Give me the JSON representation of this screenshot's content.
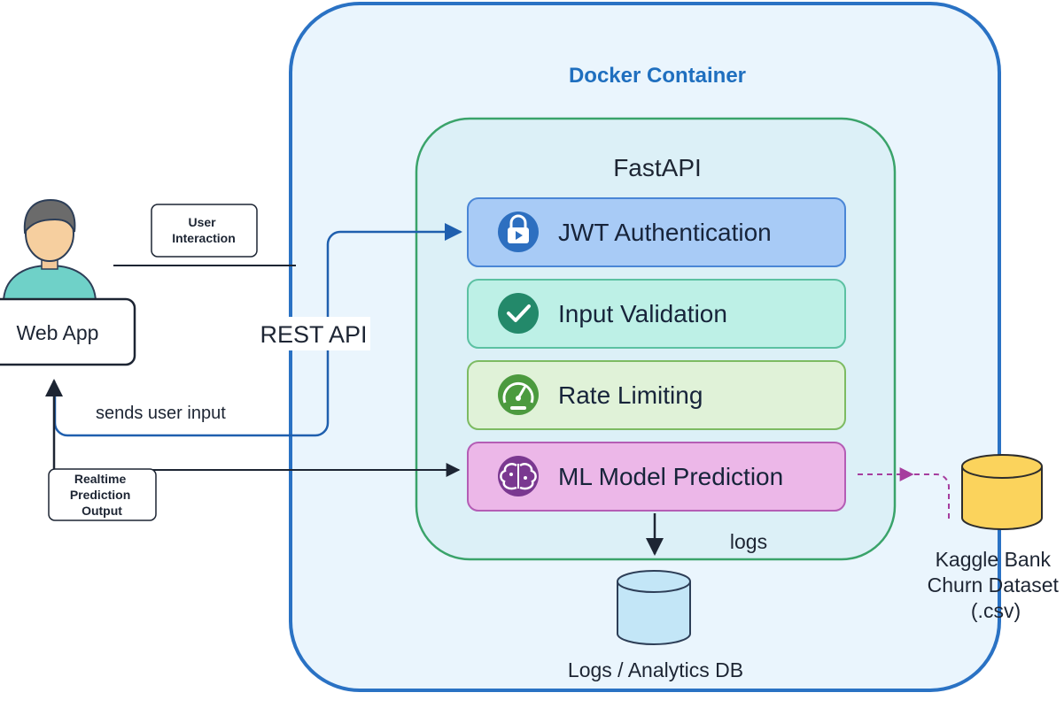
{
  "docker": {
    "title": "Docker Container",
    "title_color": "#1f6fbf",
    "border_color": "#2a72c4",
    "fill_color": "#eaf5fd"
  },
  "fastapi": {
    "title": "FastAPI",
    "border_color": "#3aa36a",
    "fill_color": "#dcf0f7",
    "modules": [
      {
        "label": "JWT Authentication",
        "icon": "lock-icon",
        "fill": "#a8cbf6",
        "border": "#4a86d6",
        "icon_color": "#2d6fc0"
      },
      {
        "label": "Input Validation",
        "icon": "check-circle-icon",
        "fill": "#bdf0e6",
        "border": "#5cc1a2",
        "icon_color": "#23896a"
      },
      {
        "label": "Rate Limiting",
        "icon": "speedometer-icon",
        "fill": "#e0f2d8",
        "border": "#7dbb62",
        "icon_color": "#4c9a3f"
      },
      {
        "label": "ML Model Prediction",
        "icon": "brain-icon",
        "fill": "#ecb7e8",
        "border": "#b45db5",
        "icon_color": "#7a3890"
      }
    ]
  },
  "user": {
    "app_label": "Web App"
  },
  "labels": {
    "user_interaction": "User Interaction",
    "rest_api": "REST API",
    "sends_input": "sends user input",
    "realtime_output": "Realtime Prediction Output",
    "logs": "logs",
    "logs_db": "Logs / Analytics DB",
    "dataset": "Kaggle Bank Churn Dataset (.csv)"
  },
  "colors": {
    "arrow_blue": "#1f5fae",
    "arrow_dark": "#1d2533",
    "dashed_purple": "#a63d9e",
    "db_blue_fill": "#c3e6f7",
    "db_blue_stroke": "#2d3e57",
    "db_yellow_fill": "#fbd35c",
    "db_yellow_stroke": "#2d2d2d"
  }
}
